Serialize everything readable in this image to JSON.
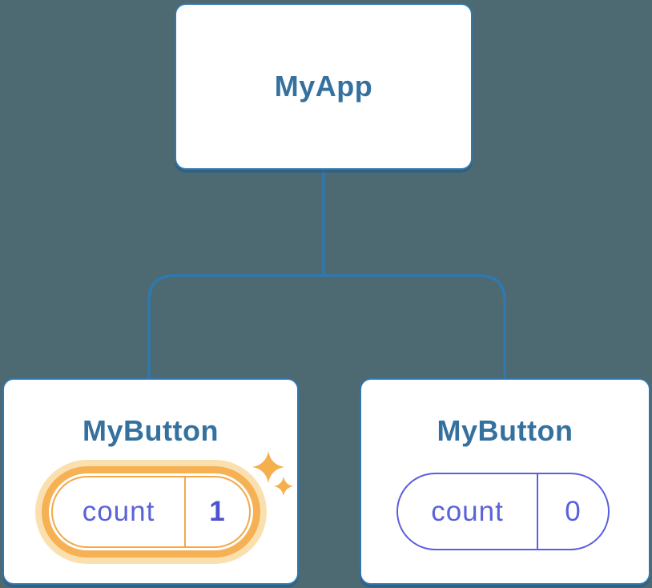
{
  "diagram": {
    "type": "component-tree",
    "root": {
      "label": "MyApp"
    },
    "children": [
      {
        "label": "MyButton",
        "state": {
          "key": "count",
          "value": "1"
        },
        "highlighted": true,
        "badge_icon": "sparkle-icon"
      },
      {
        "label": "MyButton",
        "state": {
          "key": "count",
          "value": "0"
        },
        "highlighted": false
      }
    ],
    "colors": {
      "background": "#4D6A73",
      "connector_line": "#2E79B0",
      "card_border": "#3276AB",
      "card_background": "#FFFFFF",
      "node_label_text": "#35719E",
      "highlight_orange": "#F5B153",
      "highlight_glow": "#FBE0AF",
      "sparkle_orange": "#F6AF4D",
      "state_indigo": "#5A5FDE",
      "state_value_highlight": "#4E53CC"
    }
  }
}
